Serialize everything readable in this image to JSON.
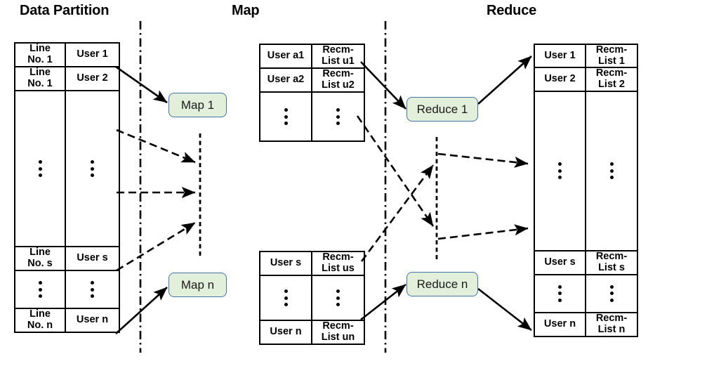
{
  "titles": {
    "data_partition": "Data Partition",
    "map": "Map",
    "reduce": "Reduce"
  },
  "colors": {
    "box_fill": "#E2EFDA",
    "box_border": "#4472A8",
    "line": "#000000",
    "text": "#000000"
  },
  "partition_table": {
    "rows": [
      {
        "key": "Line\nNo. 1",
        "value": "User 1"
      },
      {
        "key": "Line\nNo. 1",
        "value": "User 2"
      },
      {
        "key": "",
        "value": ""
      },
      {
        "key": "⋮",
        "value": "⋮"
      },
      {
        "key": "Line\nNo. s",
        "value": "User s"
      },
      {
        "key": "⋮",
        "value": "⋮"
      },
      {
        "key": "Line\nNo. n",
        "value": "User n"
      }
    ]
  },
  "map_table_1": {
    "rows": [
      {
        "key": "User a1",
        "value": "Recm-\nList u1"
      },
      {
        "key": "User a2",
        "value": "Recm-\nList u2"
      },
      {
        "key": "⋮",
        "value": "⋮"
      }
    ]
  },
  "map_table_n": {
    "rows": [
      {
        "key": "User s",
        "value": "Recm-\nList us"
      },
      {
        "key": "⋮",
        "value": "⋮"
      },
      {
        "key": "User n",
        "value": "Recm-\nList un"
      }
    ]
  },
  "reduce_table": {
    "rows": [
      {
        "key": "User 1",
        "value": "Recm-\nList 1"
      },
      {
        "key": "User 2",
        "value": "Recm-\nList 2"
      },
      {
        "key": "",
        "value": ""
      },
      {
        "key": "⋮",
        "value": "⋮"
      },
      {
        "key": "User s",
        "value": "Recm-\nList s"
      },
      {
        "key": "⋮",
        "value": "⋮"
      },
      {
        "key": "User n",
        "value": "Recm-\nList n"
      }
    ]
  },
  "process_boxes": {
    "map_1": "Map 1",
    "map_n": "Map n",
    "reduce_1": "Reduce 1",
    "reduce_n": "Reduce n"
  }
}
